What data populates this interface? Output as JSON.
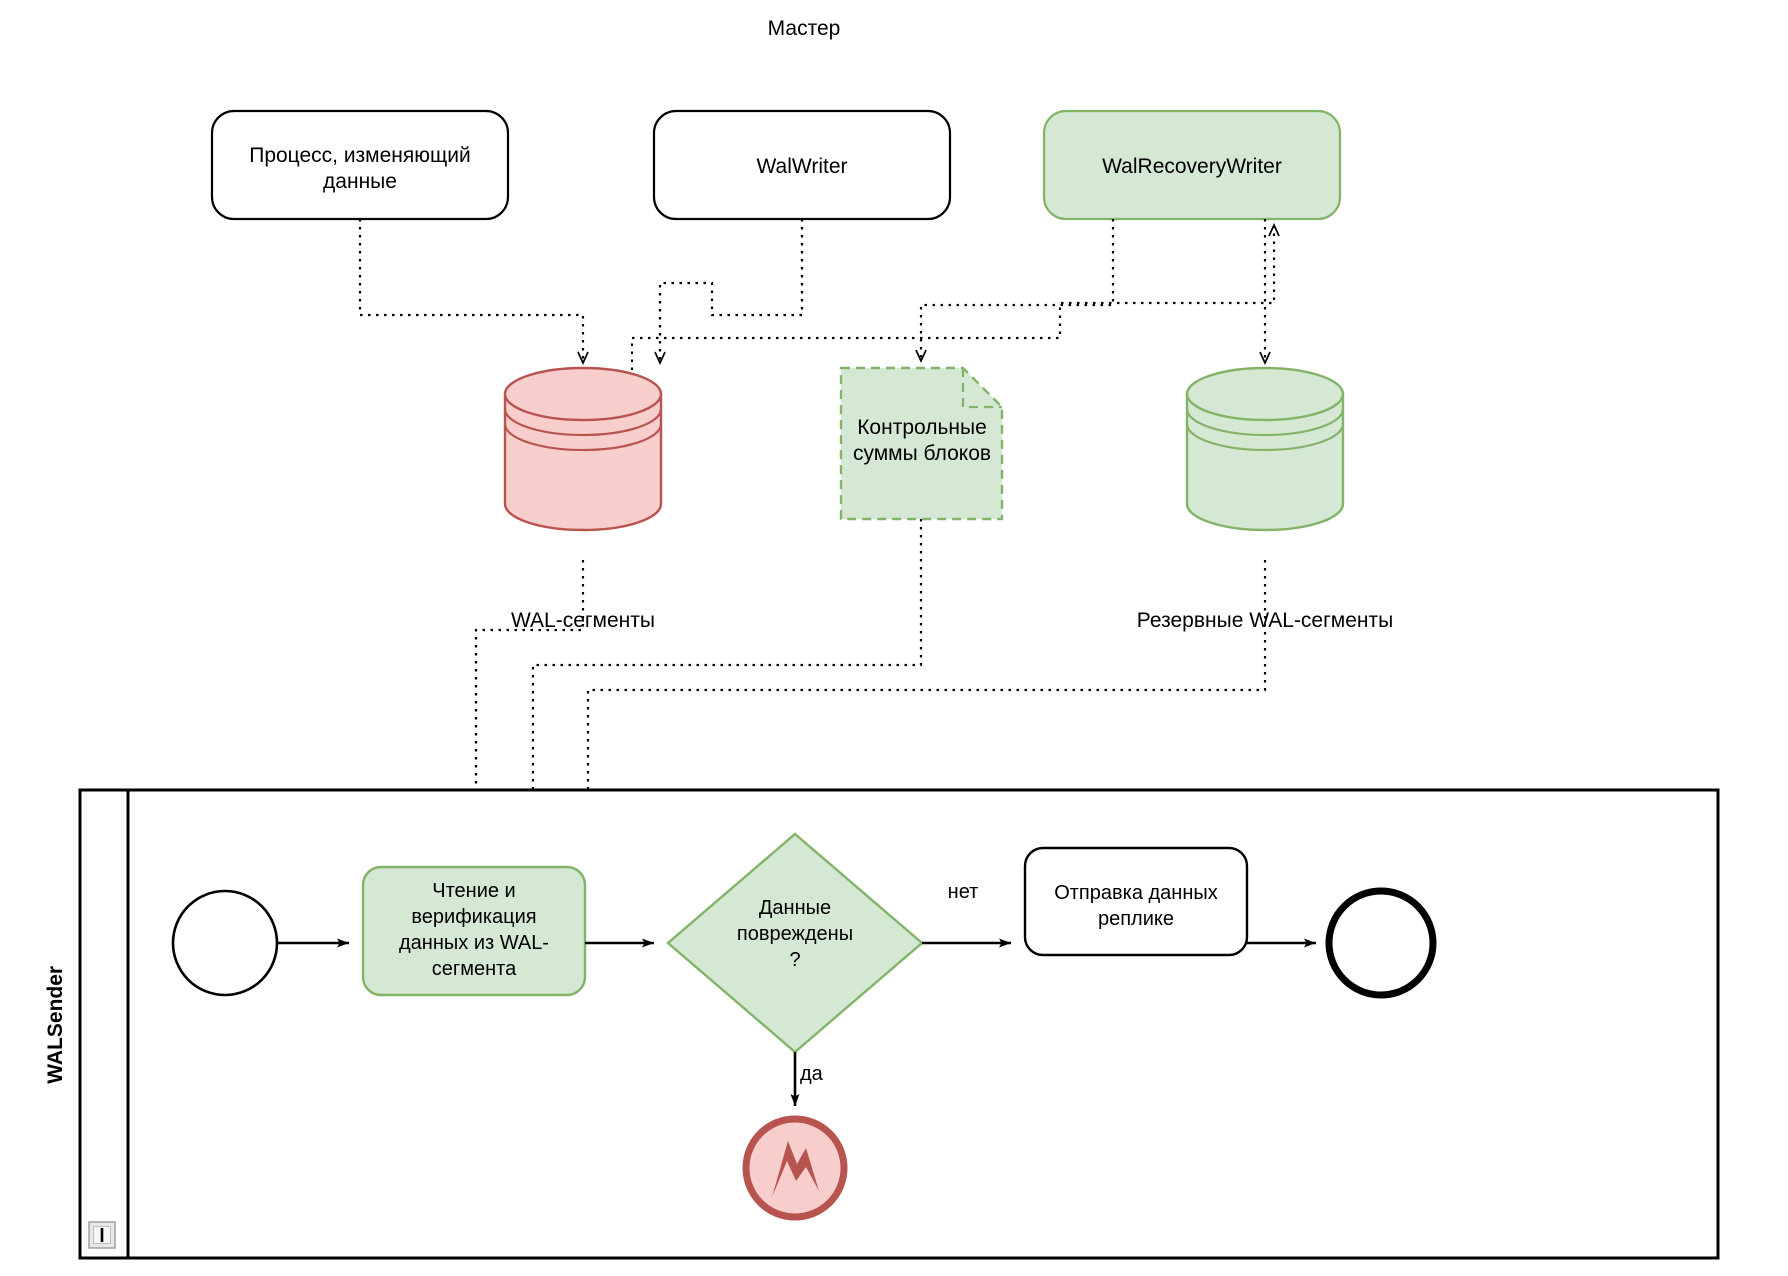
{
  "diagram": {
    "title": "Мастер",
    "type": "bpmn-process-diagram",
    "colors": {
      "green_fill": "#d5e8d4",
      "green_stroke": "#82b366",
      "red_fill": "#f8cecc",
      "red_stroke": "#b85450",
      "white_fill": "#ffffff",
      "black_stroke": "#000000"
    }
  },
  "master": {
    "title": "Мастер",
    "nodes": {
      "data_changing_process": {
        "label": "Процесс, изменяющий\nданные",
        "shape": "rounded-rectangle",
        "fill": "#ffffff"
      },
      "wal_writer": {
        "label": "WalWriter",
        "shape": "rounded-rectangle",
        "fill": "#ffffff"
      },
      "wal_recovery_writer": {
        "label": "WalRecoveryWriter",
        "shape": "rounded-rectangle",
        "fill": "#d5e8d4"
      },
      "wal_segments": {
        "label": "WAL-сегменты",
        "shape": "cylinder-multi",
        "fill": "#f8cecc"
      },
      "block_checksums": {
        "label": "Контрольные\nсуммы блоков",
        "shape": "note-folded-dashed",
        "fill": "#d5e8d4"
      },
      "backup_wal_segments": {
        "label": "Резервные WAL-сегменты",
        "shape": "cylinder-multi",
        "fill": "#d5e8d4"
      }
    }
  },
  "pool": {
    "lane_label": "WALSender",
    "collapse_marker": "collapse-icon",
    "nodes": {
      "start_event": {
        "label": "",
        "shape": "circle-thin"
      },
      "read_verify_task": {
        "label": "Чтение и\nверификация\nданных из WAL-\nсегмента",
        "shape": "rounded-rectangle",
        "fill": "#d5e8d4"
      },
      "corrupt_gateway": {
        "label": "Данные\nповреждены\n?",
        "shape": "diamond",
        "fill": "#d5e8d4"
      },
      "send_to_replica_task": {
        "label": "Отправка данных\nреплике",
        "shape": "rounded-rectangle",
        "fill": "#ffffff"
      },
      "end_event": {
        "label": "",
        "shape": "circle-thick"
      },
      "error_end_event": {
        "label": "",
        "shape": "circle-error-bolt",
        "fill": "#f8cecc",
        "stroke": "#b85450"
      }
    },
    "flow_labels": {
      "no": "нет",
      "yes": "да"
    }
  },
  "associations": [
    {
      "from": "data_changing_process",
      "to": "wal_segments",
      "style": "dotted-arrow"
    },
    {
      "from": "wal_writer",
      "to": "wal_segments",
      "style": "dotted-arrow"
    },
    {
      "from": "wal_segments",
      "to": "wal_recovery_writer",
      "style": "dotted-arrow"
    },
    {
      "from": "wal_recovery_writer",
      "to": "backup_wal_segments",
      "style": "dotted-arrow"
    },
    {
      "from": "wal_recovery_writer",
      "to": "block_checksums",
      "style": "dotted-arrow"
    },
    {
      "from": "wal_segments",
      "to": "read_verify_task",
      "style": "dotted-arrow"
    },
    {
      "from": "block_checksums",
      "to": "read_verify_task",
      "style": "dotted-arrow"
    },
    {
      "from": "backup_wal_segments",
      "to": "read_verify_task",
      "style": "dotted-arrow"
    }
  ]
}
